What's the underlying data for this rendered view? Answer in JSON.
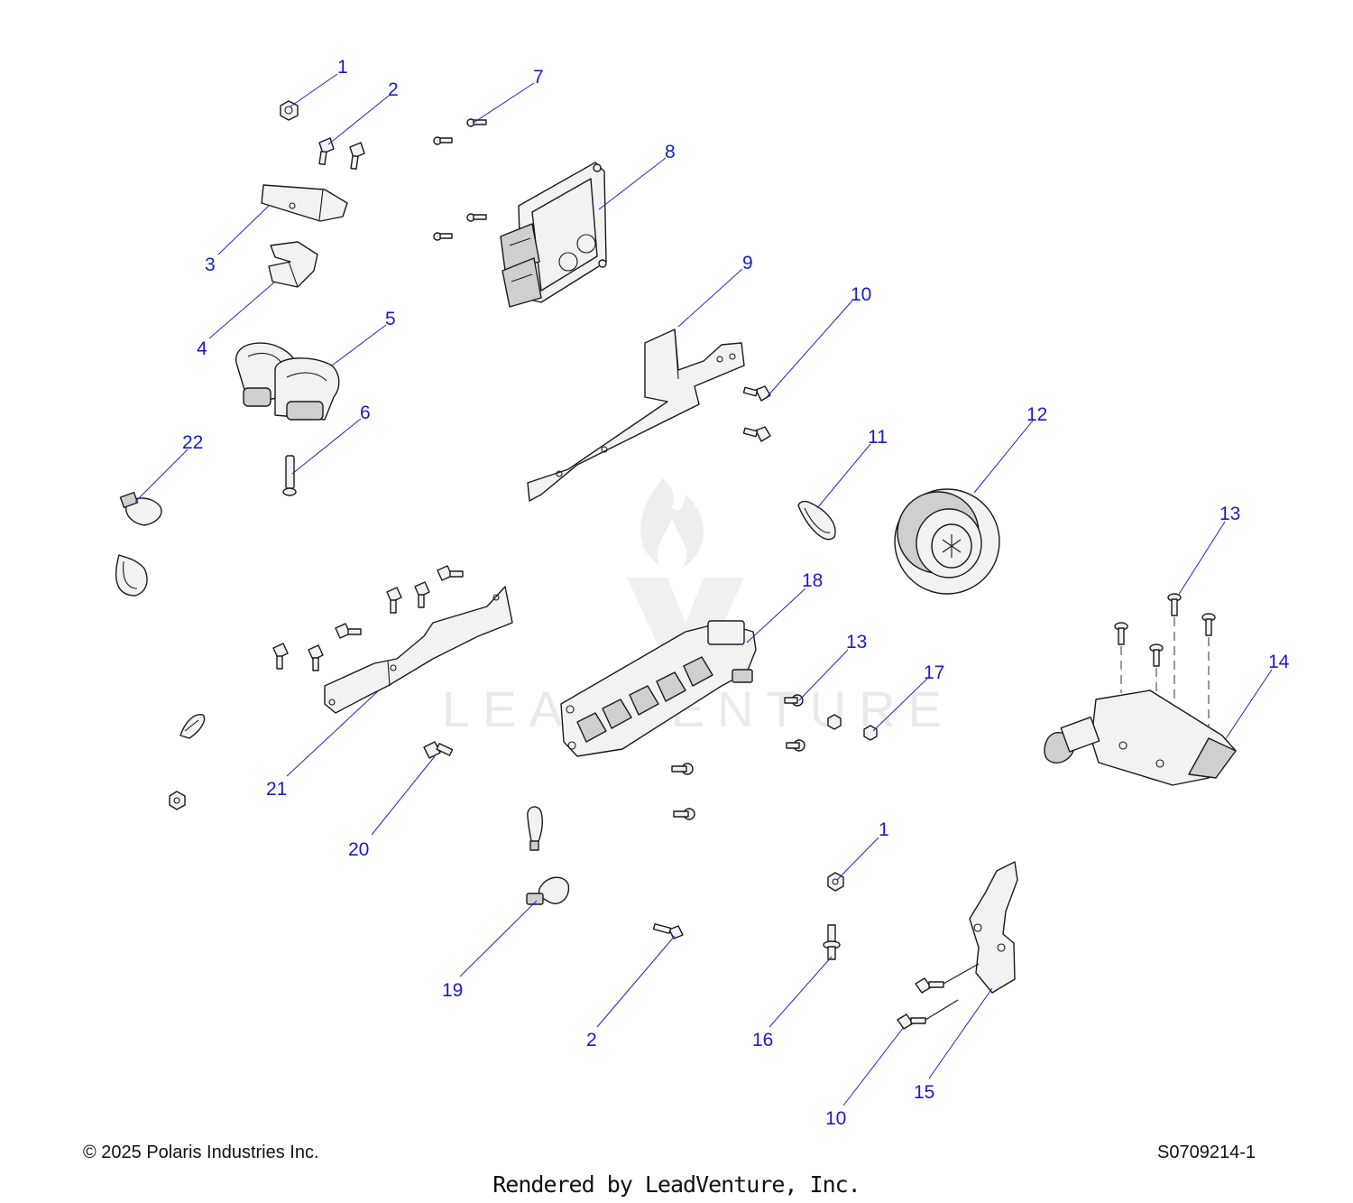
{
  "watermark": {
    "text": "LEADVENTURE"
  },
  "callouts": [
    "1",
    "2",
    "7",
    "8",
    "3",
    "4",
    "5",
    "6",
    "9",
    "10",
    "22",
    "11",
    "12",
    "13",
    "18",
    "13",
    "17",
    "14",
    "21",
    "20",
    "1",
    "19",
    "2",
    "16",
    "15",
    "10"
  ],
  "footer": {
    "copyright": "© 2025 Polaris Industries Inc.",
    "drawing_code": "S0709214-1",
    "rendered_by": "Rendered by LeadVenture, Inc."
  }
}
